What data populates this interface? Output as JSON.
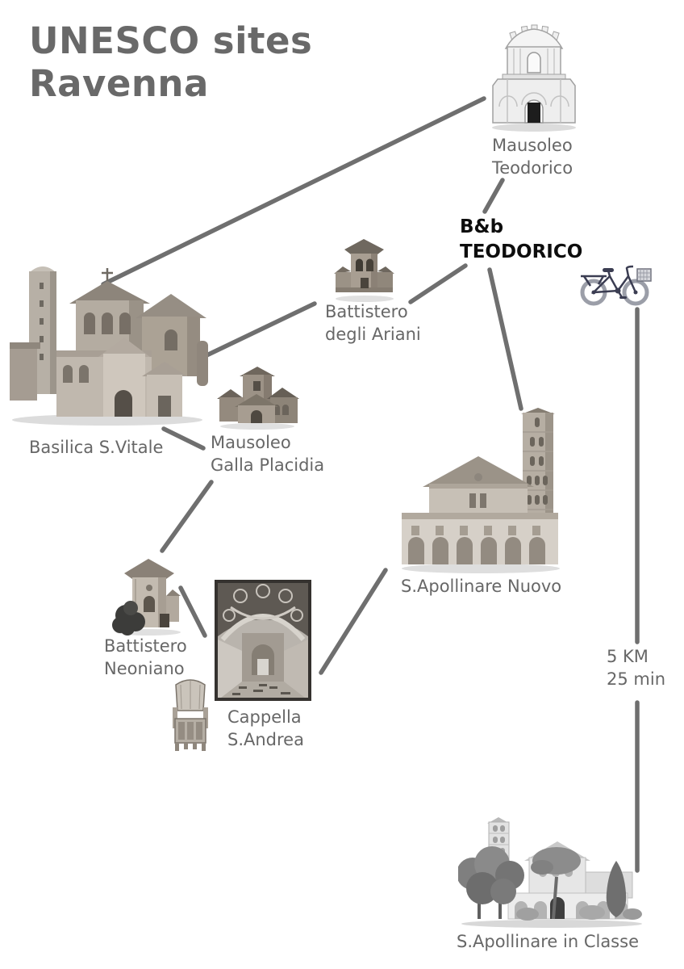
{
  "title": {
    "line1": "UNESCO sites",
    "line2": "Ravenna"
  },
  "hub": {
    "name_line1": "B&b",
    "name_line2": "TEODORICO"
  },
  "route": {
    "distance": "5 KM",
    "duration": "25 min",
    "transport": "bicycle-icon"
  },
  "sites": {
    "mausoleo_teodorico": {
      "label_line1": "Mausoleo",
      "label_line2": "Teodorico",
      "illustration": "mausoleum-of-theodoric"
    },
    "battistero_ariani": {
      "label_line1": "Battistero",
      "label_line2": "degli Ariani",
      "illustration": "arian-baptistery"
    },
    "basilica_s_vitale": {
      "label_line1": "Basilica S.Vitale",
      "label_line2": "",
      "illustration": "basilica-san-vitale"
    },
    "mausoleo_galla_placidia": {
      "label_line1": "Mausoleo",
      "label_line2": "Galla Placidia",
      "illustration": "mausoleum-galla-placidia"
    },
    "battistero_neoniano": {
      "label_line1": "Battistero",
      "label_line2": "Neoniano",
      "illustration": "neonian-baptistery"
    },
    "cappella_s_andrea": {
      "label_line1": "Cappella",
      "label_line2": "S.Andrea",
      "illustration": "chapel-sant-andrea"
    },
    "s_apollinare_nuovo": {
      "label_line1": "S.Apollinare Nuovo",
      "label_line2": "",
      "illustration": "sant-apollinare-nuovo"
    },
    "s_apollinare_in_classe": {
      "label_line1": "S.Apollinare in Classe",
      "label_line2": "",
      "illustration": "sant-apollinare-in-classe"
    }
  },
  "colors": {
    "background": "#ffffff",
    "connector_line": "#6f6f6f",
    "title_text": "#696969",
    "label_text": "#676767",
    "hub_text": "#0d0d0d",
    "bicycle_frame": "#3b3d52",
    "bicycle_wheel": "#9b9ea8"
  }
}
